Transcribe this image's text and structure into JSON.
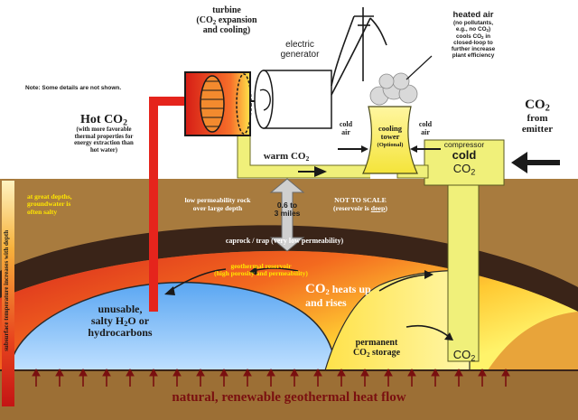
{
  "note": "Note: Some details are not shown.",
  "turbine": {
    "line1": "turbine",
    "line2_pre": "(CO",
    "line2_sub": "2",
    "line2_post": " expansion",
    "line3": "and cooling)"
  },
  "generator": {
    "line1": "electric",
    "line2": "generator"
  },
  "heated_air": {
    "title": "heated air",
    "line1": "(no pollutants,",
    "line2_pre": "e.g., no CO",
    "line2_sub": "2",
    "line2_post": ")",
    "line3_pre": "cools CO",
    "line3_sub": "2",
    "line3_post": " in",
    "line4": "closed-loop to",
    "line5": "further increase",
    "line6": "plant efficiency"
  },
  "co2_from_emitter": {
    "co": "CO",
    "sub": "2",
    "line2": "from",
    "line3": "emitter"
  },
  "hot_co2": {
    "hot": "Hot CO",
    "sub": "2",
    "line1": "(with more favorable",
    "line2": "thermal properties for",
    "line3": "energy extraction than",
    "line4": "hot water)"
  },
  "cold_air_left": {
    "line1": "cold",
    "line2": "air"
  },
  "cold_air_right": {
    "line1": "cold",
    "line2": "air"
  },
  "cooling_tower": {
    "line1": "cooling",
    "line2": "tower",
    "line3": "(Optional)"
  },
  "warm_co2": {
    "pre": "warm CO",
    "sub": "2"
  },
  "compressor": {
    "label": "compressor",
    "cold": "cold",
    "co": "CO",
    "sub": "2"
  },
  "groundwater": {
    "line1": "at great depths,",
    "line2": "groundwater is",
    "line3": "often salty"
  },
  "low_perm": {
    "line1": "low permeability rock",
    "line2": "over large depth"
  },
  "depth": {
    "line1": "0.6 to",
    "line2": "3 miles"
  },
  "scale": {
    "line1": "NOT TO SCALE",
    "line2_pre": "(reservoir is ",
    "line2_em": "deep",
    "line2_post": ")"
  },
  "caprock": "caprock / trap (very low permeability)",
  "reservoir": {
    "line1": "geothermal reservoir",
    "line2": "(high porosity and permeability)"
  },
  "heats": {
    "co": "CO",
    "sub": "2",
    "line1_post": " heats up",
    "line2": "and rises"
  },
  "unusable": {
    "line1": "unusable,",
    "line2_pre": "salty H",
    "line2_sub": "2",
    "line2_post": "O or",
    "line3": "hydrocarbons"
  },
  "storage": {
    "line1": "permanent",
    "co": "CO",
    "sub": "2",
    "line2_post": " storage"
  },
  "bottom_co2": {
    "co": "CO",
    "sub": "2"
  },
  "heat_flow": "natural, renewable geothermal heat flow",
  "side_axis": "subsurface temperature increases with depth",
  "colors": {
    "hot_pipe": "#e5241c",
    "cold_pipe": "#f0f07a",
    "earth": "#a87b3e",
    "caprock": "#3a2418",
    "reservoir_hot": "#d8261d",
    "reservoir_warm": "#ffd733",
    "brine": "#5a9ee8"
  }
}
